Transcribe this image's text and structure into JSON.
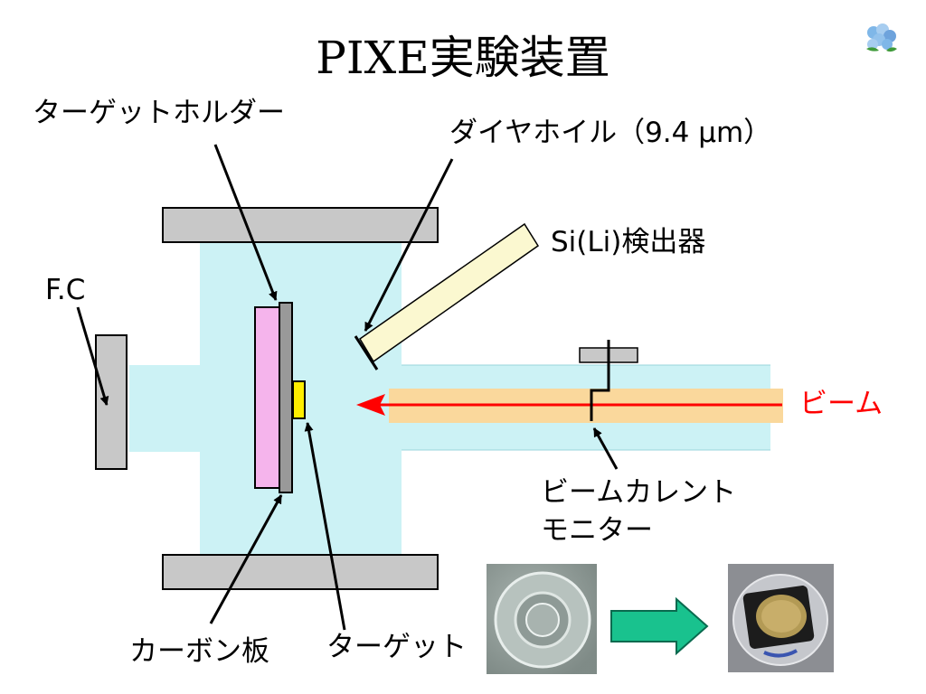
{
  "title": "PIXE実験装置",
  "labels": {
    "target_holder": "ターゲットホルダー",
    "foil": "ダイヤホイル（9.4 μm）",
    "detector": "Si(Li)検出器",
    "faraday_cup": "F.C",
    "beam": "ビーム",
    "current_monitor_line1": "ビームカレント",
    "current_monitor_line2": "モニター",
    "carbon_plate": "カーボン板",
    "target": "ターゲット"
  },
  "icons": {
    "corner": "flower-icon"
  },
  "colors": {
    "chamber": "#ccf2f5",
    "flange": "#c8c8c8",
    "detector": "#fbf8d0",
    "beam_band": "#fad89c",
    "beam_arrow": "#ff0000",
    "carbon_plate": "#f5b4ec",
    "holder": "#999999",
    "target": "#ffee00",
    "arrow_green": "#19c28e",
    "beam_label": "#ff0000"
  }
}
